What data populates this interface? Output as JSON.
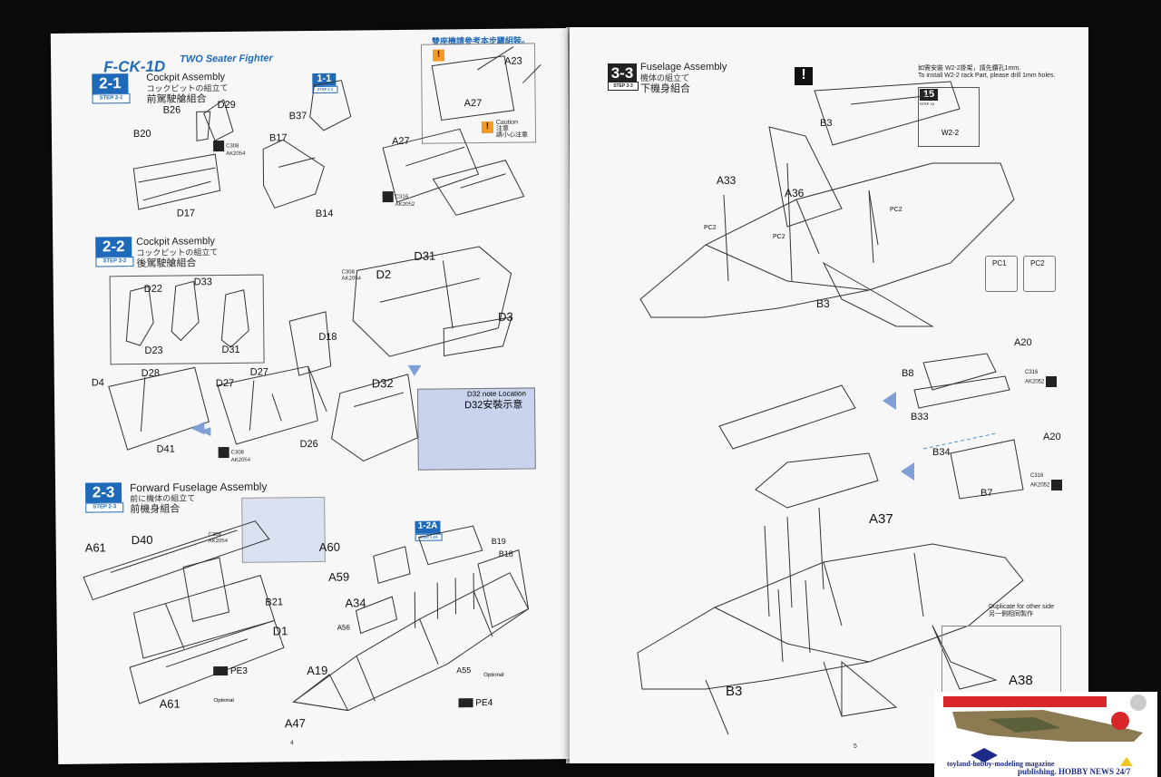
{
  "left_page": {
    "title": "F-CK-1D",
    "subtitle": "TWO Seater Fighter",
    "top_note_cn": "雙座機請參考本步驟組裝。",
    "caution_en": "Caution",
    "caution_ja": "注意",
    "caution_cn": "請小心注意",
    "page_number": "4",
    "steps": [
      {
        "number": "2-1",
        "step_label": "STEP 2-1",
        "title_en": "Cockpit Assembly",
        "title_ja": "コックピットの組立て",
        "title_cn": "前駕駛艙組合"
      },
      {
        "number": "1-1",
        "step_label": "STEP 1-1"
      },
      {
        "number": "2-2",
        "step_label": "STEP 2-2",
        "title_en": "Cockpit Assembly",
        "title_ja": "コックピットの組立て",
        "title_cn": "後駕駛艙組合"
      },
      {
        "number": "2-3",
        "step_label": "STEP 2-3",
        "title_en": "Forward Fuselage Assembly",
        "title_ja": "前に機体の組立て",
        "title_cn": "前機身組合"
      },
      {
        "number": "1-2A",
        "step_label": "STEP 1-2A"
      }
    ],
    "parts": [
      "D29",
      "B26",
      "B20",
      "D17",
      "B37",
      "B17",
      "B14",
      "A23",
      "A27",
      "A27",
      "D22",
      "D33",
      "D23",
      "D31",
      "D31",
      "D2",
      "D3",
      "D18",
      "D4",
      "D28",
      "D27",
      "D27",
      "D41",
      "D26",
      "D32",
      "A61",
      "D40",
      "B21",
      "D1",
      "A61",
      "A60",
      "A59",
      "A34",
      "A56",
      "A19",
      "A47",
      "B19",
      "B18",
      "A55"
    ],
    "part_labels": {
      "D29": "D29",
      "B26": "B26",
      "B20": "B20",
      "D17": "D17",
      "B37": "B37",
      "B17": "B17",
      "B14": "B14",
      "A23": "A23",
      "A27a": "A27",
      "A27b": "A27",
      "D22": "D22",
      "D33": "D33",
      "D23": "D23",
      "D31a": "D31",
      "D31b": "D31",
      "D2": "D2",
      "D3": "D3",
      "D18": "D18",
      "D4": "D4",
      "D28": "D28",
      "D27a": "D27",
      "D27b": "D27",
      "D41": "D41",
      "D26": "D26",
      "D32": "D32",
      "A61a": "A61",
      "D40": "D40",
      "B21": "B21",
      "D1": "D1",
      "A61b": "A61",
      "A60": "A60",
      "A59": "A59",
      "A34": "A34",
      "A56": "A56",
      "A19": "A19",
      "A47": "A47",
      "B19": "B19",
      "B18": "B18",
      "A55": "A55"
    },
    "paints": {
      "p1": {
        "a": "C308",
        "b": "AK2054"
      },
      "p2": {
        "a": "C316",
        "b": "AK2052"
      },
      "p3": {
        "a": "C308",
        "b": "AK2054"
      },
      "p4": {
        "a": "C308",
        "b": "AK2054"
      },
      "p5": {
        "a": "C308",
        "b": "AK2054"
      }
    },
    "d32_note_en": "D32 note Location",
    "d32_note_cn": "D32安裝示意",
    "pe3": "PE3",
    "pe4": "PE4",
    "optional_1": "Optional",
    "optional_2": "Optional"
  },
  "right_page": {
    "page_number": "5",
    "step": {
      "number": "3-3",
      "step_label": "STEP 3-3",
      "title_en": "Fuselage Assembly",
      "title_ja": "機体の組立て",
      "title_cn": "下機身組合"
    },
    "note_cn": "如需安裝 W2-2掛架，請先鑽孔1mm.",
    "note_en": "To install W2-2 rack Part, please drill 1mm holes.",
    "step15": {
      "number": "15",
      "step_label": "STEP 15",
      "part": "W2-2"
    },
    "parts": {
      "B3a": "B3",
      "A33": "A33",
      "A36": "A36",
      "PC2a": "PC2",
      "PC2b": "PC2",
      "PC2c": "PC2",
      "B3b": "B3",
      "A20a": "A20",
      "B8": "B8",
      "B33": "B33",
      "A20b": "A20",
      "B34": "B34",
      "B7": "B7",
      "A37": "A37",
      "A38": "A38",
      "B3c": "B3"
    },
    "legend": [
      "PC1",
      "PC2"
    ],
    "paints": {
      "p1": {
        "a": "C316",
        "b": "AK2052"
      },
      "p2": {
        "a": "C316",
        "b": "AK2052"
      }
    },
    "duplicate_en": "Duplicate for other side",
    "duplicate_cn": "另一側相同製作"
  },
  "watermark": {
    "line1": "toyland-hobby-modeling magazine",
    "line2": "publishing.  HOBBY NEWS 24/7"
  },
  "colors": {
    "accent": "#1f6ab8",
    "caution": "#f39a22",
    "paper": "#f7f7f7",
    "background": "#0c0c0e"
  }
}
